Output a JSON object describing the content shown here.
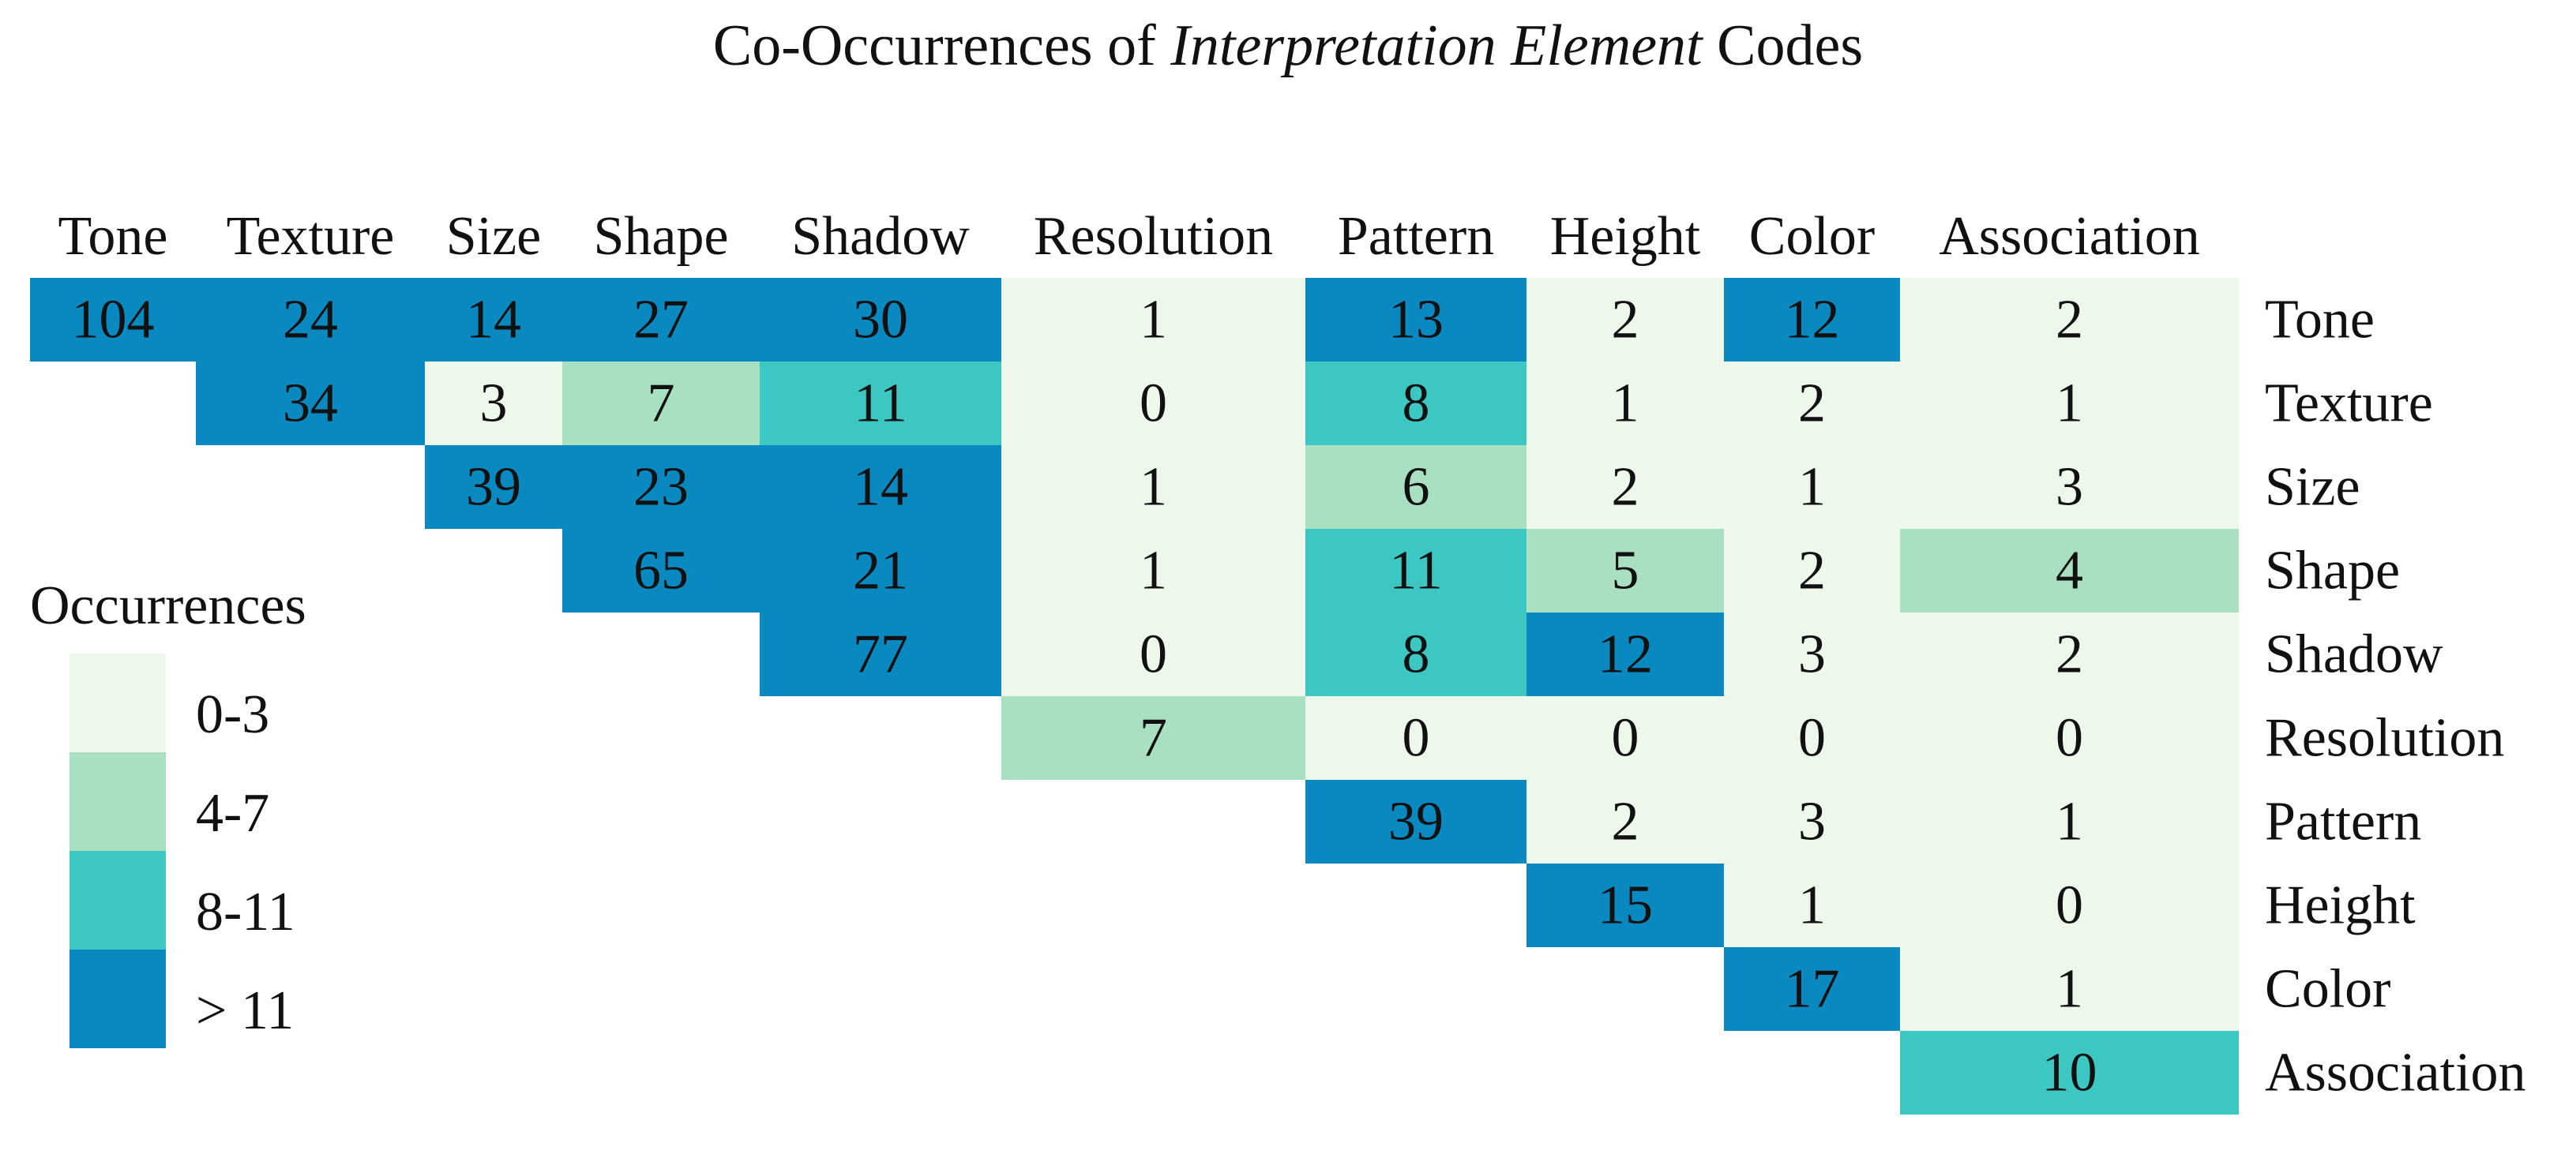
{
  "chart_data": {
    "type": "heatmap",
    "title_parts": [
      "Co-Occurrences of ",
      "Interpretation Element",
      " Codes"
    ],
    "columns": [
      "Tone",
      "Texture",
      "Size",
      "Shape",
      "Shadow",
      "Resolution",
      "Pattern",
      "Height",
      "Color",
      "Association"
    ],
    "rows": [
      "Tone",
      "Texture",
      "Size",
      "Shape",
      "Shadow",
      "Resolution",
      "Pattern",
      "Height",
      "Color",
      "Association"
    ],
    "matrix": [
      [
        104,
        24,
        14,
        27,
        30,
        1,
        13,
        2,
        12,
        2
      ],
      [
        null,
        34,
        3,
        7,
        11,
        0,
        8,
        1,
        2,
        1
      ],
      [
        null,
        null,
        39,
        23,
        14,
        1,
        6,
        2,
        1,
        3
      ],
      [
        null,
        null,
        null,
        65,
        21,
        1,
        11,
        5,
        2,
        4
      ],
      [
        null,
        null,
        null,
        null,
        77,
        0,
        8,
        12,
        3,
        2
      ],
      [
        null,
        null,
        null,
        null,
        null,
        7,
        0,
        0,
        0,
        0
      ],
      [
        null,
        null,
        null,
        null,
        null,
        null,
        39,
        2,
        3,
        1
      ],
      [
        null,
        null,
        null,
        null,
        null,
        null,
        null,
        15,
        1,
        0
      ],
      [
        null,
        null,
        null,
        null,
        null,
        null,
        null,
        null,
        17,
        1
      ],
      [
        null,
        null,
        null,
        null,
        null,
        null,
        null,
        null,
        null,
        10
      ]
    ],
    "legend": {
      "title": "Occurrences",
      "bins": [
        {
          "label": "0-3",
          "min": 0,
          "max": 3,
          "color": "#edf7ea"
        },
        {
          "label": "4-7",
          "min": 4,
          "max": 7,
          "color": "#a9e0c2"
        },
        {
          "label": "8-11",
          "min": 8,
          "max": 11,
          "color": "#3cc7c3"
        },
        {
          "label": "> 11",
          "min": 12,
          "max": null,
          "color": "#0a88c0"
        }
      ]
    }
  }
}
